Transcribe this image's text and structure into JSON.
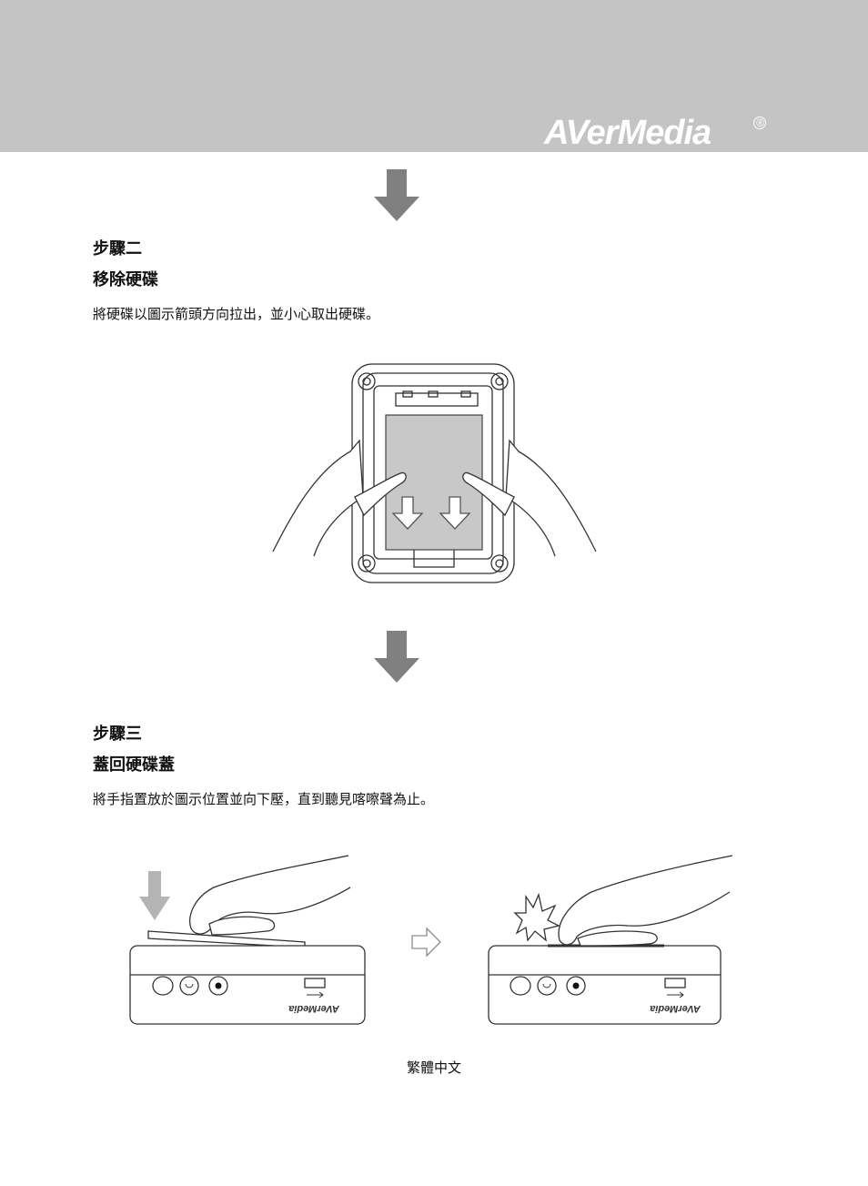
{
  "header": {
    "brand": "AVerMedia",
    "registered_mark": "®"
  },
  "steps": [
    {
      "label": "步驟二",
      "title": "移除硬碟",
      "description": "將硬碟以圖示箭頭方向拉出，並小心取出硬碟。"
    },
    {
      "label": "步驟三",
      "title": "蓋回硬碟蓋",
      "description": "將手指置放於圖示位置並向下壓，直到聽見喀嚓聲為止。"
    }
  ],
  "device": {
    "brand_mirrored": "AVerMedia"
  },
  "footer": {
    "language": "繁體中文"
  },
  "colors": {
    "header_band": "#c4c4c4",
    "arrow": "#808080",
    "drive_fill": "#c8c8c8"
  },
  "icons": [
    "down-arrow-icon",
    "outline-down-arrow-icon",
    "outline-right-arrow-icon",
    "click-burst-icon",
    "power-icon",
    "usb-icon"
  ]
}
